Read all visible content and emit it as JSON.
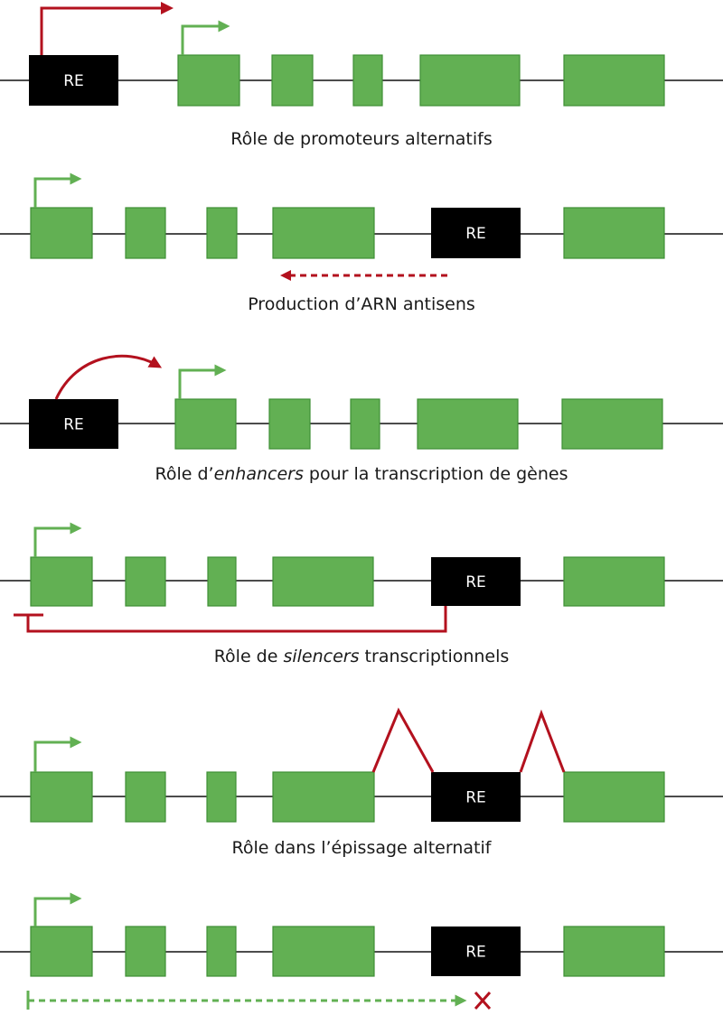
{
  "colors": {
    "exon": "#62b053",
    "exon_border": "#3f8f36",
    "element": "#000000",
    "regulation_red": "#b3111e",
    "transcription_green": "#62b053",
    "line": "#111111"
  },
  "element_label": "RE",
  "panels": [
    {
      "caption_parts": [
        {
          "text": "Rôle de promoteurs alternatifs",
          "italic": false
        }
      ]
    },
    {
      "caption_parts": [
        {
          "text": "Production d’ARN antisens",
          "italic": false
        }
      ]
    },
    {
      "caption_parts": [
        {
          "text": "Rôle d’",
          "italic": false
        },
        {
          "text": "enhancers",
          "italic": true
        },
        {
          "text": " pour la transcription de gènes",
          "italic": false
        }
      ]
    },
    {
      "caption_parts": [
        {
          "text": "Rôle de ",
          "italic": false
        },
        {
          "text": "silencers",
          "italic": true
        },
        {
          "text": " transcriptionnels",
          "italic": false
        }
      ]
    },
    {
      "caption_parts": [
        {
          "text": "Rôle dans l’épissage alternatif",
          "italic": false
        }
      ]
    },
    {
      "caption_parts": []
    }
  ]
}
